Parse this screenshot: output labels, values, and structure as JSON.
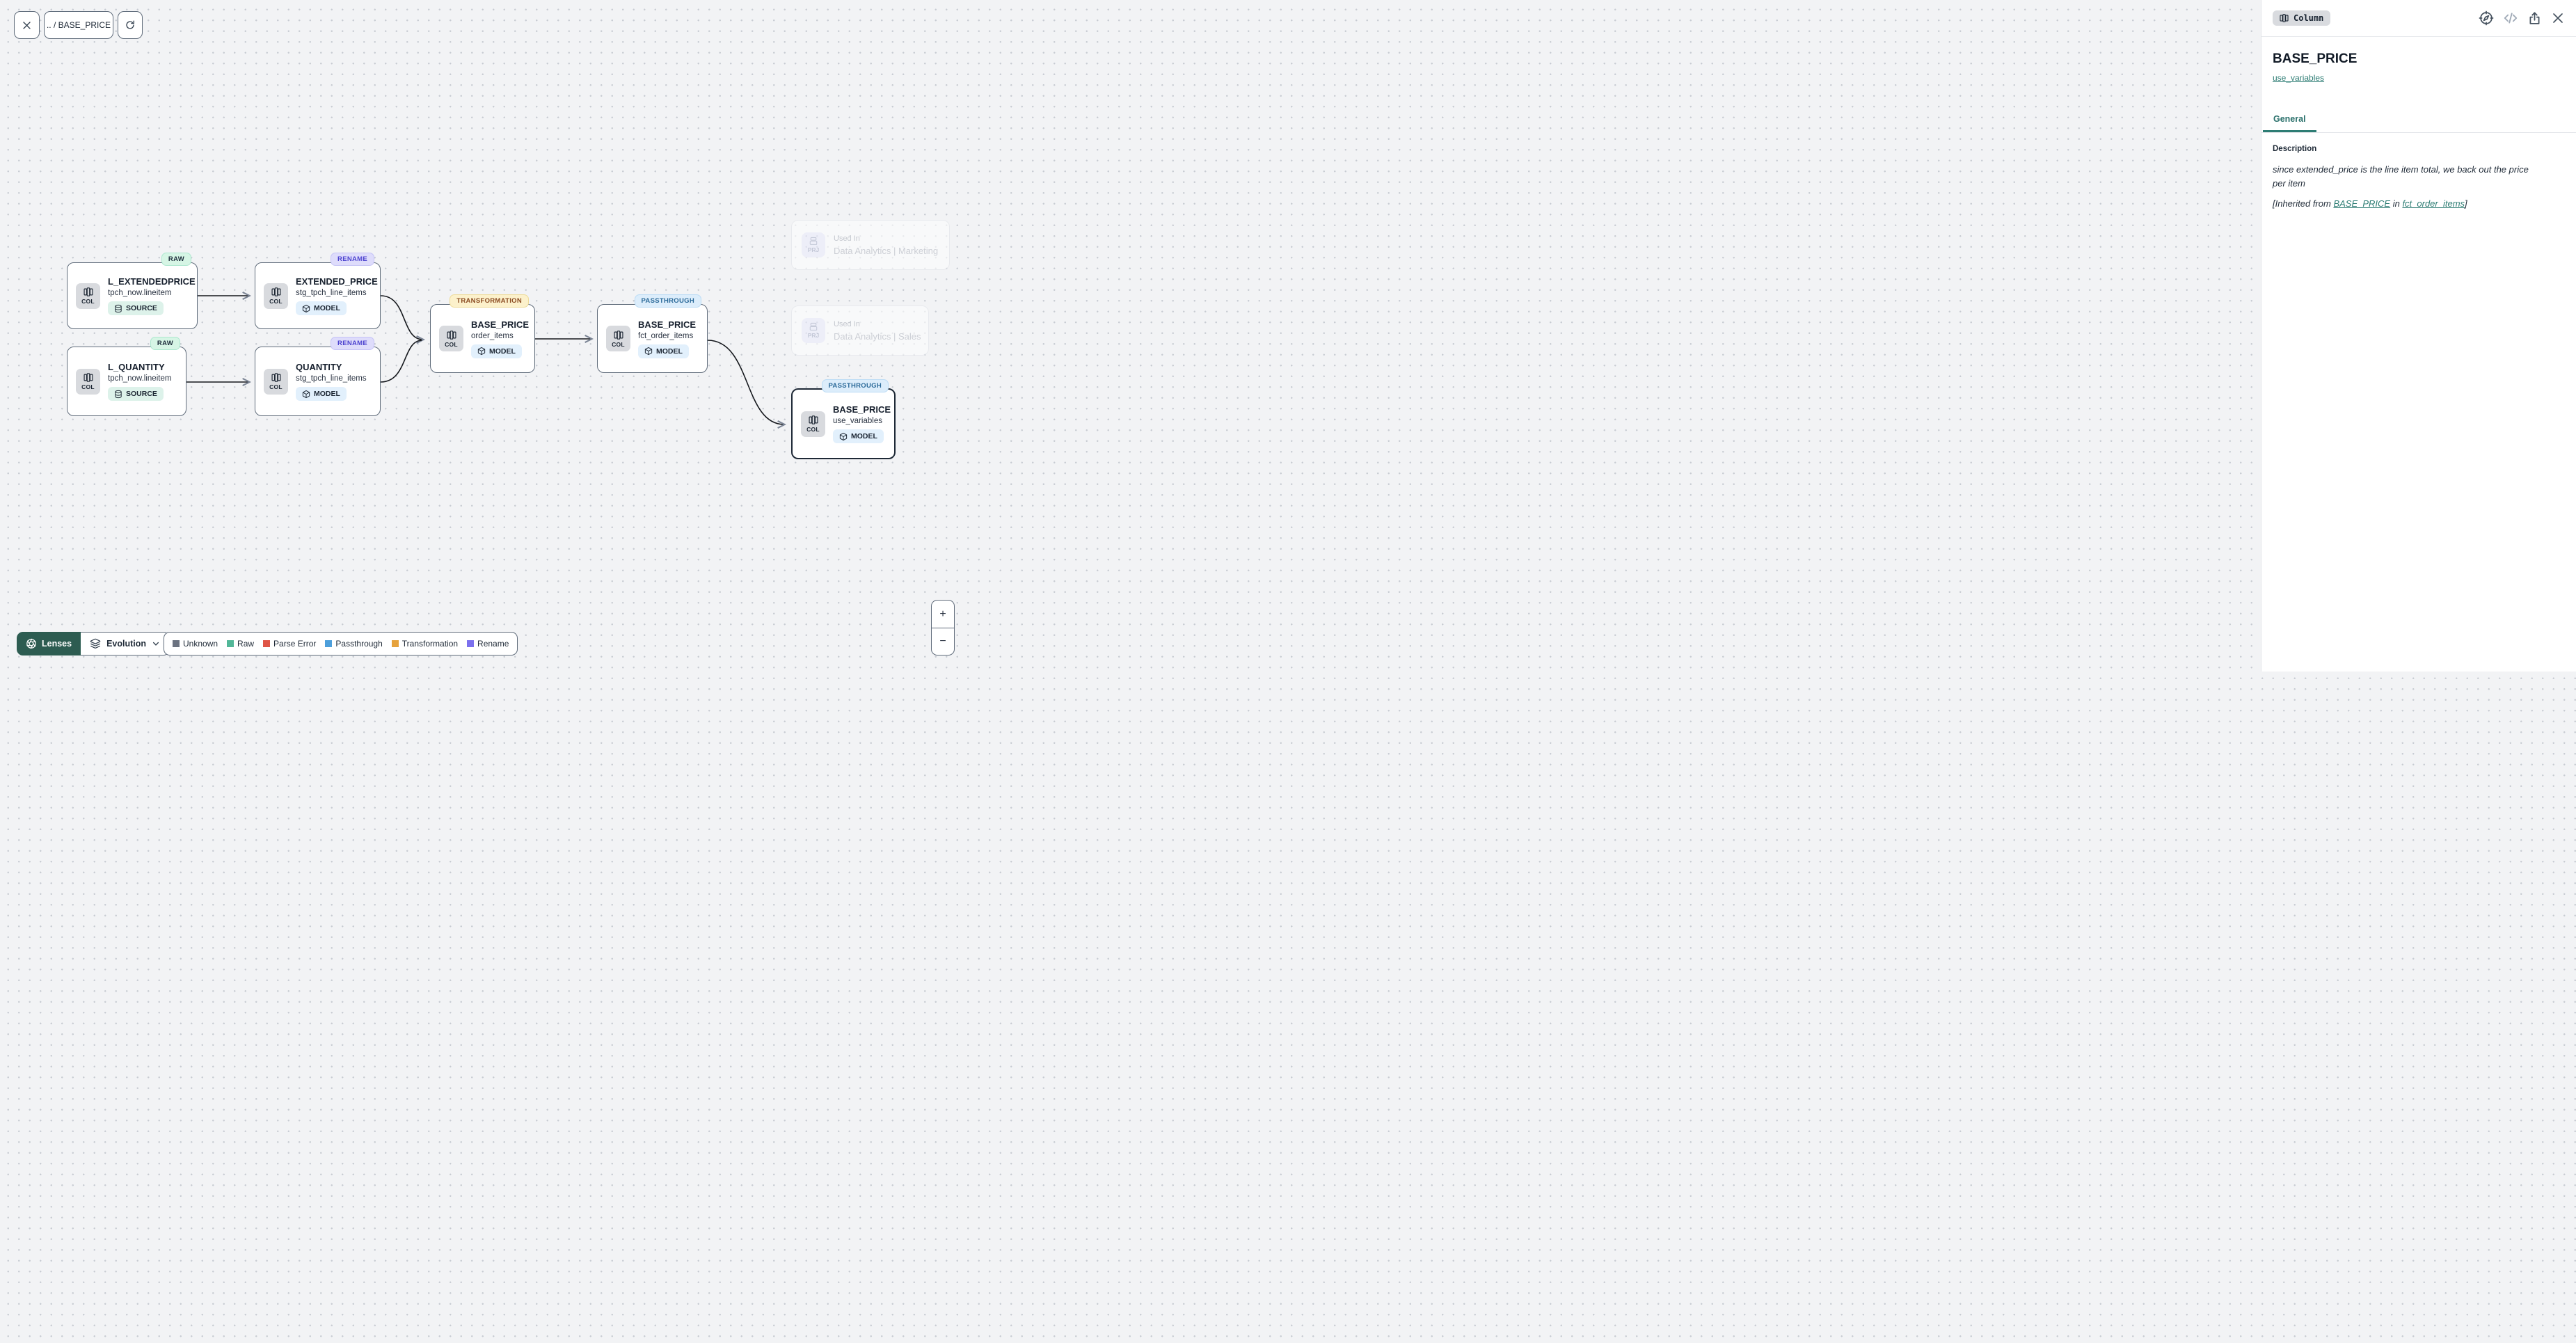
{
  "toolbar": {
    "breadcrumb": ".. / BASE_PRICE"
  },
  "canvas": {
    "nodes": [
      {
        "badge": "RAW",
        "title": "L_EXTENDEDPRICE",
        "subtitle": "tpch_now.lineitem",
        "kind": "SOURCE",
        "type_label": "COL"
      },
      {
        "badge": "RENAME",
        "title": "EXTENDED_PRICE",
        "subtitle": "stg_tpch_line_items",
        "kind": "MODEL",
        "type_label": "COL"
      },
      {
        "badge": "RAW",
        "title": "L_QUANTITY",
        "subtitle": "tpch_now.lineitem",
        "kind": "SOURCE",
        "type_label": "COL"
      },
      {
        "badge": "RENAME",
        "title": "QUANTITY",
        "subtitle": "stg_tpch_line_items",
        "kind": "MODEL",
        "type_label": "COL"
      },
      {
        "badge": "TRANSFORMATION",
        "title": "BASE_PRICE",
        "subtitle": "order_items",
        "kind": "MODEL",
        "type_label": "COL"
      },
      {
        "badge": "PASSTHROUGH",
        "title": "BASE_PRICE",
        "subtitle": "fct_order_items",
        "kind": "MODEL",
        "type_label": "COL"
      },
      {
        "badge": "PASSTHROUGH",
        "title": "BASE_PRICE",
        "subtitle": "use_variables",
        "kind": "MODEL",
        "type_label": "COL"
      }
    ],
    "used_in": [
      {
        "label": "Used In",
        "project": "Data Analytics | Marketing",
        "type_label": "PRJ"
      },
      {
        "label": "Used In",
        "project": "Data Analytics | Sales",
        "type_label": "PRJ"
      }
    ]
  },
  "panel": {
    "type_badge": "Column",
    "title": "BASE_PRICE",
    "model_link": "use_variables",
    "tab_general": "General",
    "description": {
      "label": "Description",
      "body": "since extended_price is the line item total, we back out the price per item",
      "inherited_prefix": "[Inherited from ",
      "inherited_link1": "BASE_PRICE",
      "inherited_middle": " in ",
      "inherited_link2": "fct_order_items",
      "inherited_suffix": "]"
    }
  },
  "footer": {
    "lenses_label": "Lenses",
    "lens_selected": "Evolution",
    "legend": {
      "items": [
        {
          "label": "Unknown",
          "color": "#6b7280"
        },
        {
          "label": "Raw",
          "color": "#52b798"
        },
        {
          "label": "Parse Error",
          "color": "#df5546"
        },
        {
          "label": "Passthrough",
          "color": "#4d9fdb"
        },
        {
          "label": "Transformation",
          "color": "#e6a23c"
        },
        {
          "label": "Rename",
          "color": "#7b70ee"
        }
      ]
    }
  },
  "zoom_controls": {
    "in": "+",
    "out": "−"
  },
  "accents": {
    "teal": "#2e7d74",
    "dark_green": "#2d5c51",
    "selection": "#1e2936"
  }
}
